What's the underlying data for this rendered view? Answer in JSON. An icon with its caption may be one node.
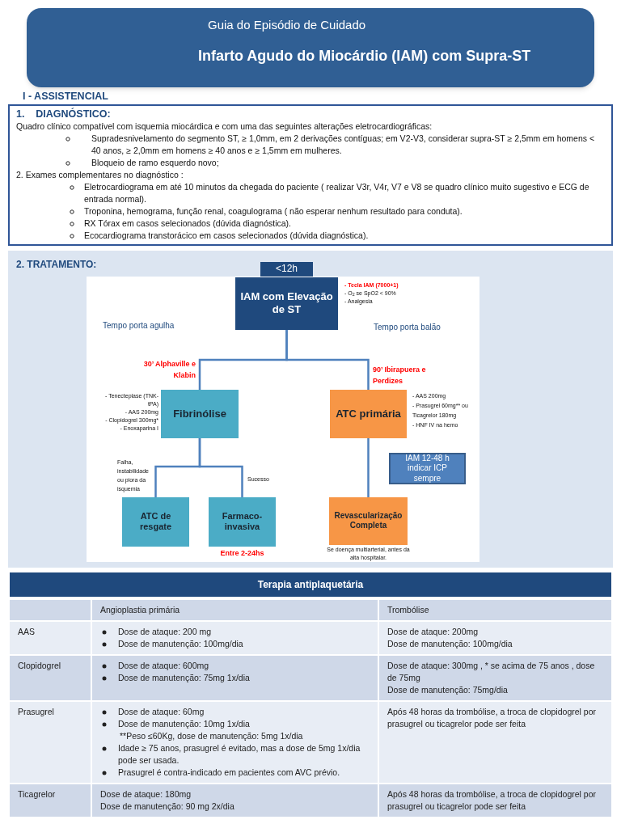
{
  "diagram": {
    "title": "Infarto Agudo do Miocárdio (IAM) com Supra-ST",
    "nodes": [
      {
        "text": [
          "<12h"
        ]
      },
      {
        "text": [
          "IAM com Elevação de ST"
        ],
        "beside": [
          "- Tecla IAM (7000+1)",
          "- O$_{2}$ se SpO2 < 90%",
          "- Analgesia"
        ]
      },
      {
        "text": [
          "Fibrinólise"
        ],
        "beside": [
          "- Tenecteplase (TNK-tPA)",
          "- AAS 200mg",
          "- Clopidogrel 300mg*",
          "- Enoxaparina I"
        ]
      },
      {
        "text": [
          "ATC primária"
        ],
        "beside": [
          "- AAS 200mg",
          "- Prasugrel 60mg** ou Ticagrelor 180mg",
          "- HNF IV na hemo"
        ]
      },
      {
        "text": [
          "ATC de resgate"
        ]
      },
      {
        "text": [
          "Farmaco-invasiva"
        ],
        "beside": [
          "Entre 2-24hs"
        ]
      },
      {
        "text": [
          "Revascularização Completa"
        ],
        "beside": [
          "Se doença multiarterial, antes da alta hospitalar."
        ]
      },
      {
        "text": [
          "IAM 12-48 h indicar ICP sempre"
        ]
      }
    ],
    "edges": [
      {
        "from": 1,
        "to": 2,
        "arrow": "none",
        "label": "30’ Alphaville e Klabin"
      },
      {
        "from": 1,
        "to": 3,
        "arrow": "none",
        "label": "90’ Ibirapuera e Perdizes"
      },
      {
        "from": 2,
        "to": 4,
        "arrow": "none",
        "label": "Falha, instabilidade ou piora da isquemia"
      },
      {
        "from": 2,
        "to": 5,
        "arrow": "none",
        "label": "Sucesso"
      },
      {
        "from": 3,
        "to": 6,
        "arrow": "none"
      }
    ],
    "labels": [
      "Guia do Episódio de Cuidado",
      "I - ASSISTENCIAL",
      "1.    DIAGNÓSTICO:",
      "Quadro clínico compatível com isquemia miocárdica e com uma das seguintes alterações eletrocardiográficas:",
      "Supradesnivelamento do segmento ST, ≥ 1,0mm, em 2 derivações contíguas;  em V2-V3, considerar supra-ST ≥ 2,5mm em homens < 40 anos, ≥ 2,0mm em homens ≥ 40 anos e ≥ 1,5mm em mulheres.",
      "Bloqueio de ramo esquerdo novo;",
      "2. Exames complementares no diagnóstico :",
      "Eletrocardiograma em até 10 minutos da chegada do paciente ( realizar V3r, V4r, V7 e V8 se quadro clínico muito sugestivo e ECG de entrada normal).",
      "Troponina, hemograma, função renal, coagulograma ( não esperar nenhum resultado para conduta).",
      "RX Tórax em casos selecionados (dúvida diagnóstica).",
      "Ecocardiograma transtorácico em casos selecionados (dúvida diagnóstica).",
      "2. TRATAMENTO:",
      "Tempo porta agulha",
      "Tempo porta balão",
      "Terapia antiplaquetária",
      "Angioplastia primária",
      "Trombólise",
      "AAS",
      "Dose de ataque: 200 mg",
      "Dose de manutenção: 100mg/dia",
      "Dose de ataque: 200mg",
      "Dose de manutenção: 100mg/dia",
      "Clopidogrel",
      "Dose de ataque: 600mg",
      "Dose de manutenção: 75mg 1x/dia",
      "Dose de ataque: 300mg , * se acima de 75 anos , dose de 75mg",
      "Dose de manutenção: 75mg/dia",
      "Prasugrel",
      "Dose de ataque: 60mg",
      "Dose de manutenção: 10mg 1x/dia",
      "**Peso ≤60Kg, dose de manutenção:  5mg 1x/dia",
      "Idade ≥ 75 anos, prasugrel é evitado, mas a dose de 5mg 1x/dia pode ser usada.",
      "Prasugrel é contra-indicado em pacientes com AVC prévio.",
      "Após 48 horas da trombólise, a troca de clopidogrel por prasugrel ou ticagrelor pode ser feita",
      "Ticagrelor",
      "Dose de ataque: 180mg",
      "Dose de manutenção: 90 mg 2x/dia",
      "Após 48 horas da trombólise, a troca de clopidogrel por prasugrel ou ticagrelor pode ser feita"
    ]
  }
}
